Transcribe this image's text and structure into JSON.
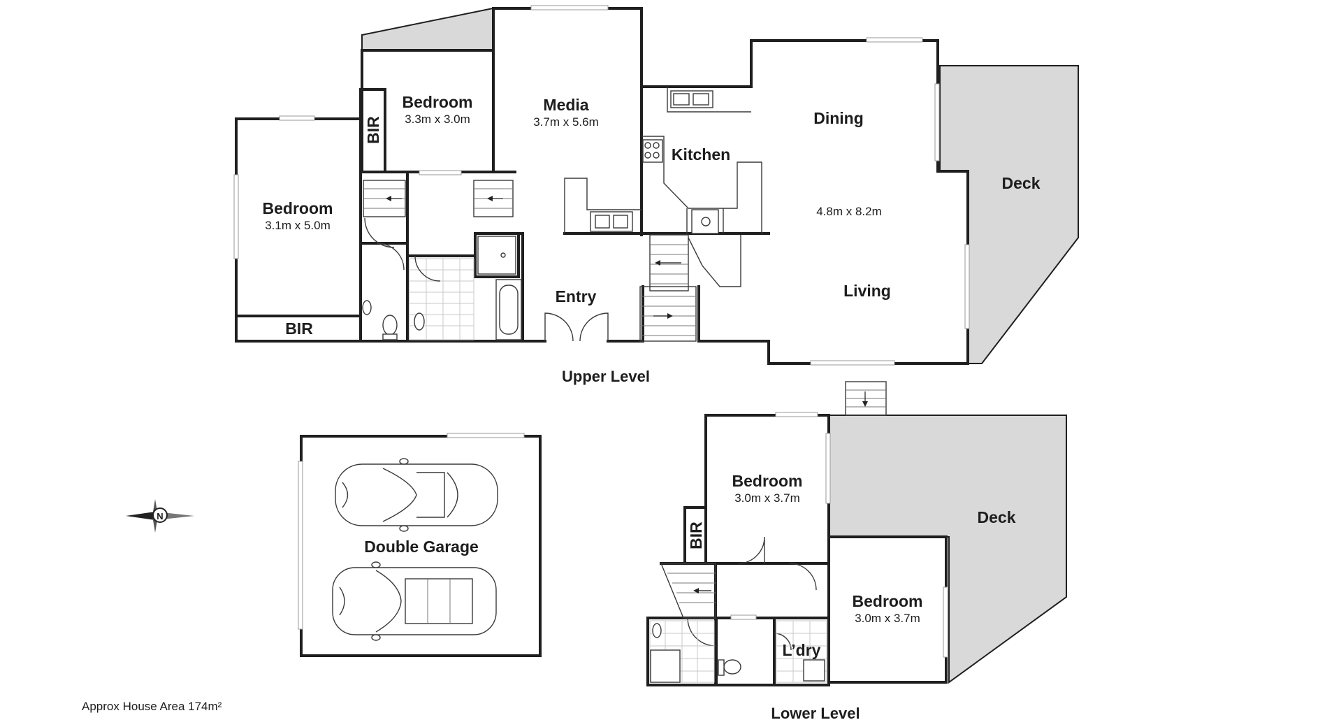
{
  "upper": {
    "level_label": "Upper Level",
    "bedroom_a": {
      "name": "Bedroom",
      "size": "3.3m x 3.0m"
    },
    "bir_a": "BIR",
    "bedroom_b": {
      "name": "Bedroom",
      "size": "3.1m x 5.0m"
    },
    "bir_b": "BIR",
    "media": {
      "name": "Media",
      "size": "3.7m x 5.6m"
    },
    "kitchen": "Kitchen",
    "dining": "Dining",
    "dining_living_size": "4.8m x 8.2m",
    "living": "Living",
    "entry": "Entry",
    "deck": "Deck"
  },
  "garage": {
    "name": "Double Garage"
  },
  "lower": {
    "level_label": "Lower Level",
    "bedroom_a": {
      "name": "Bedroom",
      "size": "3.0m x 3.7m"
    },
    "bir": "BIR",
    "bedroom_b": {
      "name": "Bedroom",
      "size": "3.0m x 3.7m"
    },
    "laundry": "L’dry",
    "deck": "Deck"
  },
  "compass": {
    "letter": "N"
  },
  "area_note": "Approx House Area 174m²"
}
